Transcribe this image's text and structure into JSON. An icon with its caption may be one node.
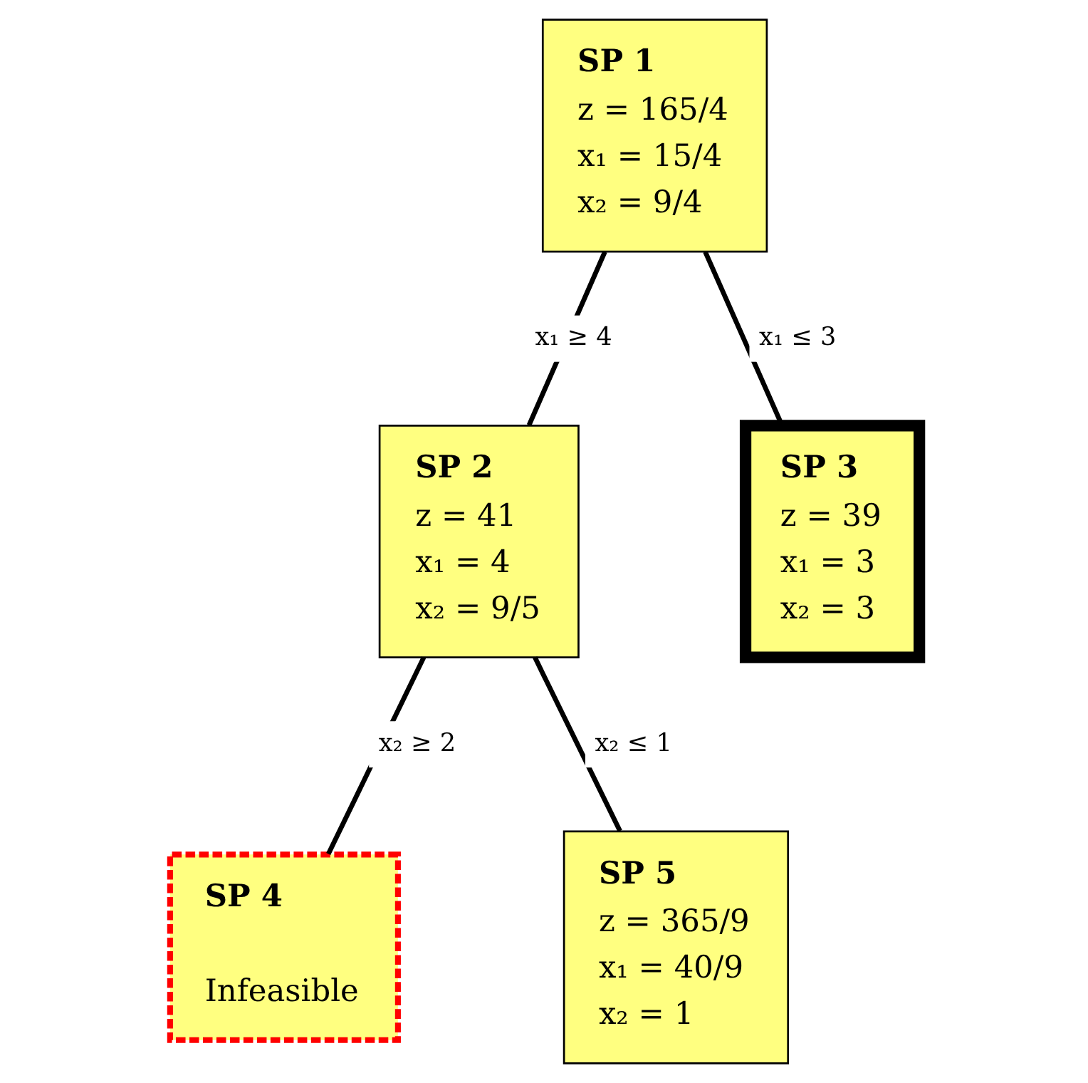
{
  "diagram": {
    "nodes": [
      {
        "text": [
          "SP 1",
          "z = 165/4",
          "x₁ = 15/4",
          "x₂ = 9/4"
        ]
      },
      {
        "text": [
          "SP 2",
          "z = 41",
          "x₁ = 4",
          "x₂ = 9/5"
        ]
      },
      {
        "text": [
          "SP 3",
          "z = 39",
          "x₁ = 3",
          "x₂ = 3"
        ]
      },
      {
        "text": [
          "SP 4",
          "Infeasible"
        ]
      },
      {
        "text": [
          "SP 5",
          "z = 365/9",
          "x₁ = 40/9",
          "x₂ = 1"
        ]
      }
    ],
    "edges": [
      {
        "from": 0,
        "to": 1,
        "arrow": "none",
        "label": "x₁ ≥ 4"
      },
      {
        "from": 0,
        "to": 2,
        "arrow": "none",
        "label": "x₁ ≤ 3"
      },
      {
        "from": 1,
        "to": 3,
        "arrow": "none",
        "label": "x₂ ≥ 2"
      },
      {
        "from": 1,
        "to": 4,
        "arrow": "none",
        "label": "x₂ ≤ 1"
      }
    ]
  }
}
